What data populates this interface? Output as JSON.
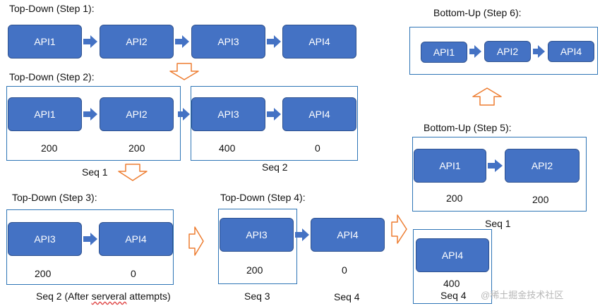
{
  "api": {
    "a1": "API1",
    "a2": "API2",
    "a3": "API3",
    "a4": "API4"
  },
  "steps": {
    "s1": "Top-Down (Step 1):",
    "s2": "Top-Down (Step 2):",
    "s3": "Top-Down (Step 3):",
    "s4": "Top-Down (Step 4):",
    "s5": "Bottom-Up (Step 5):",
    "s6": "Bottom-Up (Step 6):"
  },
  "values": {
    "v200": "200",
    "v400": "400",
    "v0": "0"
  },
  "seq": {
    "seq1": "Seq 1",
    "seq2": "Seq 2",
    "seq2_prefix": "Seq 2 (After ",
    "seq2_word": "serveral",
    "seq2_suffix": " attempts)",
    "seq3": "Seq 3",
    "seq4": "Seq 4"
  },
  "watermark": "@稀土掘金技术社区",
  "colors": {
    "box": "#4472c4",
    "frame": "#2e75b6",
    "flow_arrow": "#ed7d31",
    "connector": "#4472c4"
  }
}
